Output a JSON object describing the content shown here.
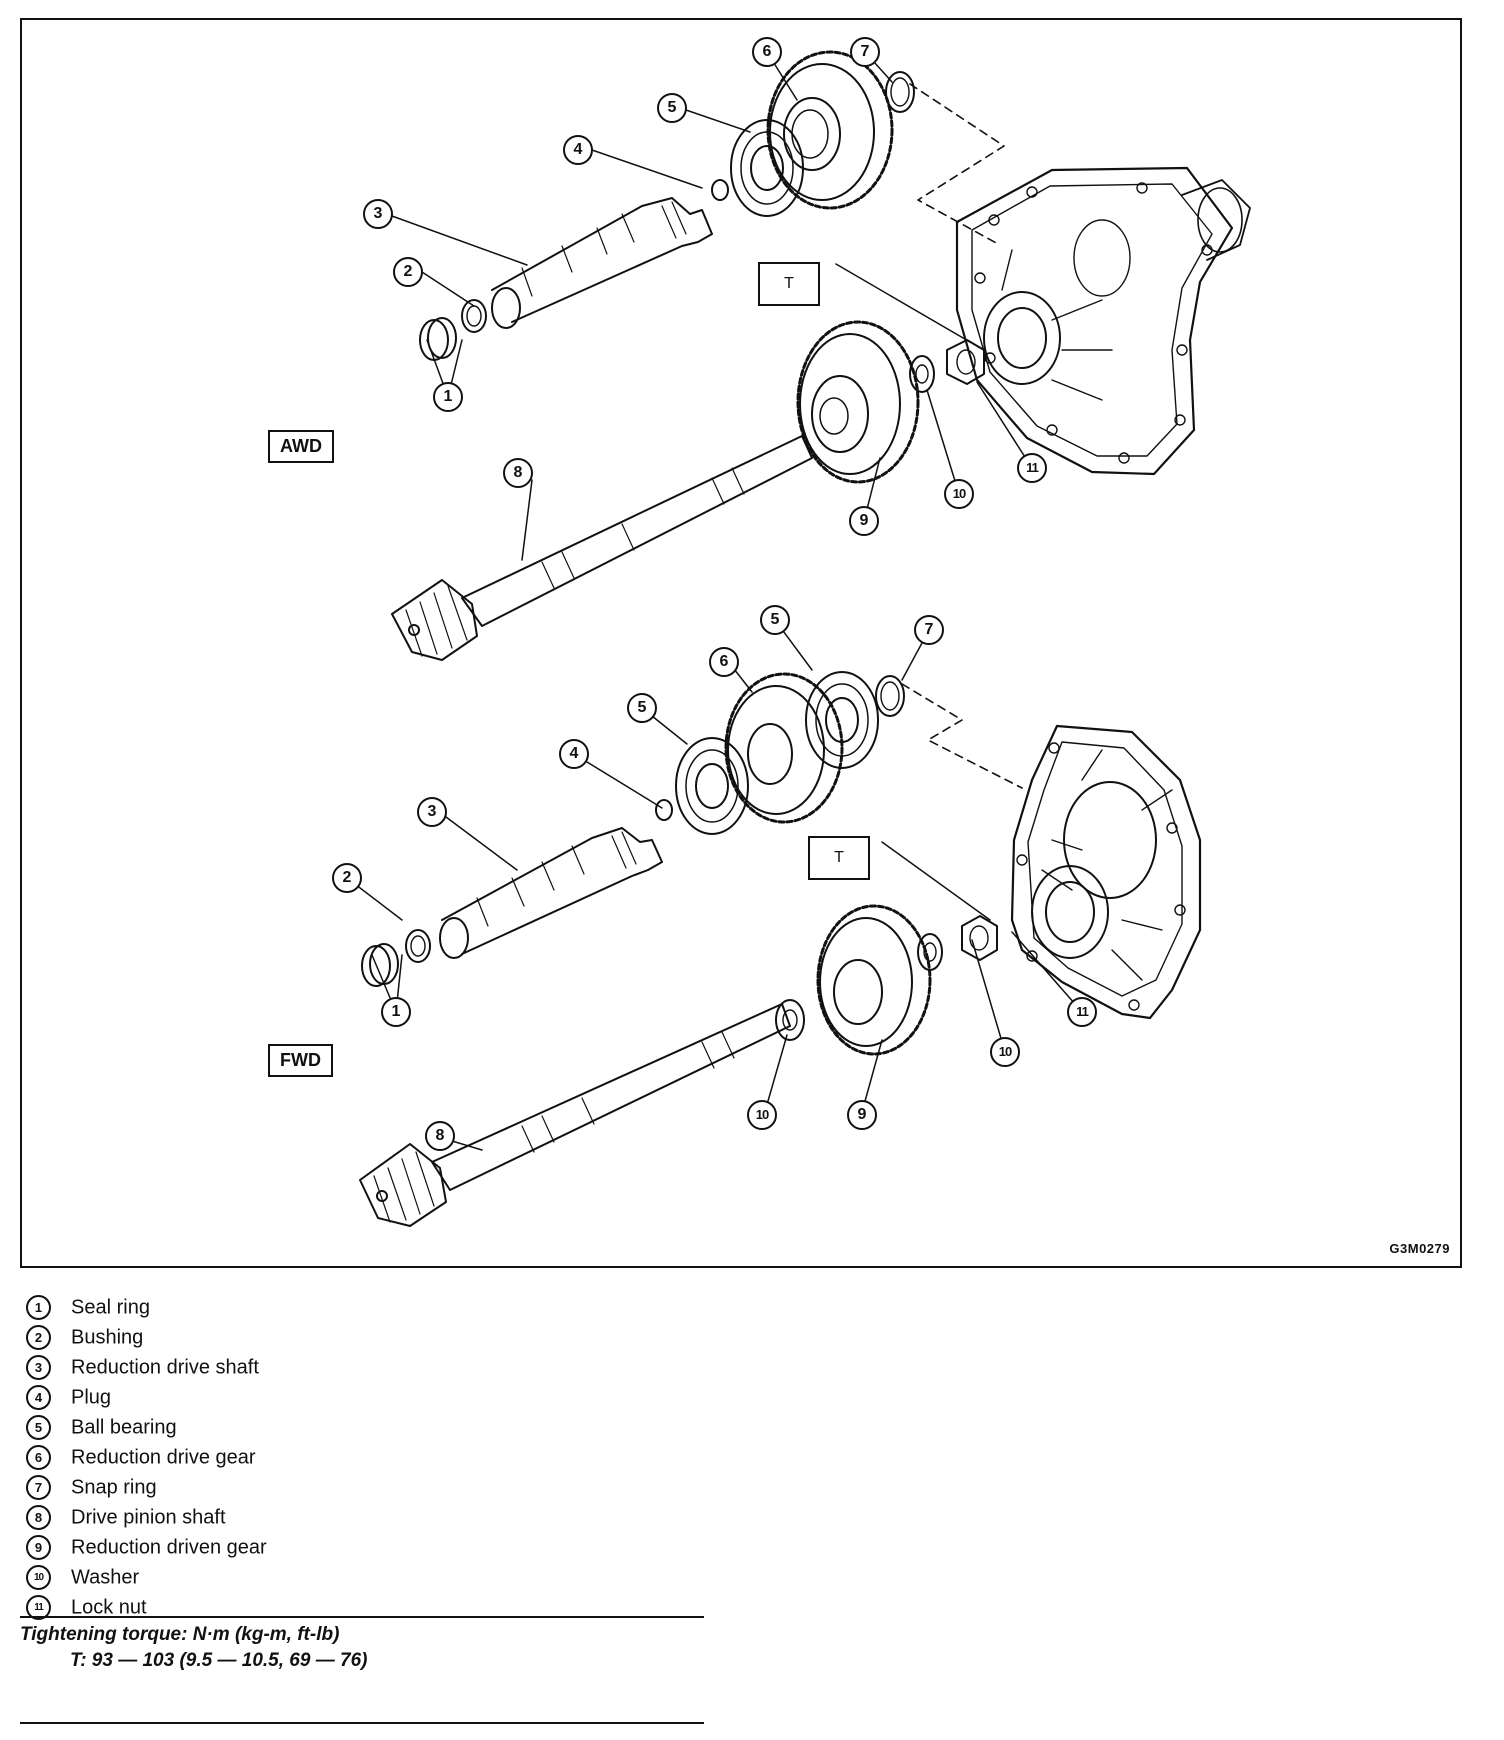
{
  "figure_code": "G3M0279",
  "variants": {
    "awd": "AWD",
    "fwd": "FWD"
  },
  "torque_marker": "T",
  "callouts": {
    "n1": "1",
    "n2": "2",
    "n3": "3",
    "n4": "4",
    "n5": "5",
    "n6": "6",
    "n7": "7",
    "n8": "8",
    "n9": "9",
    "n10": "10",
    "n11": "11"
  },
  "legend": [
    {
      "num": "1",
      "label": "Seal ring"
    },
    {
      "num": "2",
      "label": "Bushing"
    },
    {
      "num": "3",
      "label": "Reduction drive shaft"
    },
    {
      "num": "4",
      "label": "Plug"
    },
    {
      "num": "5",
      "label": "Ball bearing"
    },
    {
      "num": "6",
      "label": "Reduction drive gear"
    },
    {
      "num": "7",
      "label": "Snap ring"
    },
    {
      "num": "8",
      "label": "Drive pinion shaft"
    },
    {
      "num": "9",
      "label": "Reduction driven gear"
    },
    {
      "num": "10",
      "label": "Washer"
    },
    {
      "num": "11",
      "label": "Lock nut"
    }
  ],
  "torque": {
    "heading": "Tightening torque: N·m (kg-m, ft-lb)",
    "value": "T: 93 — 103 (9.5 — 10.5, 69 — 76)"
  }
}
